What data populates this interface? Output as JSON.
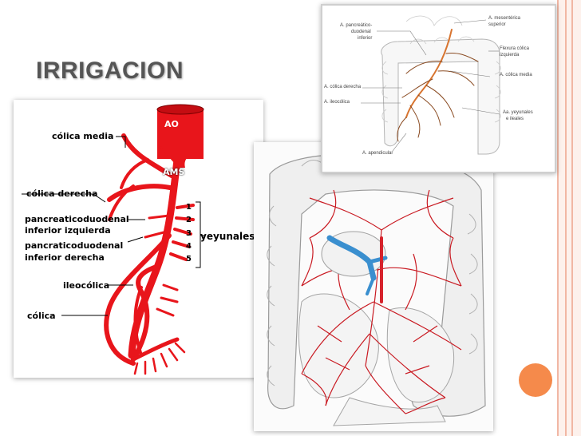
{
  "slide": {
    "title": "IRRIGACION"
  },
  "diagram": {
    "aorta_label": "AO",
    "sma_label": "AMS",
    "labels": {
      "colica_media": "cólica media",
      "colica_derecha": "cólica derecha",
      "pancreaticoduodenal_izq_1": "pancreaticoduodenal",
      "pancreaticoduodenal_izq_2": "inferior izquierda",
      "pancreaticoduodenal_der_1": "pancraticoduodenal",
      "pancreaticoduodenal_der_2": "inferior derecha",
      "ileocolica": "ileocólica",
      "colica": "cólica",
      "yeyunales": "yeyunales"
    },
    "numbers": [
      "1",
      "2",
      "3",
      "4",
      "5"
    ]
  },
  "reference": {
    "labels": {
      "pancreatico_1": "A. pancreático-",
      "pancreatico_2": "duodenal",
      "pancreatico_3": "inferior",
      "mesenterica_1": "A. mesentérica",
      "mesenterica_2": "superior",
      "flexura_1": "Flexura cólica",
      "flexura_2": "izquierda",
      "colica_media": "A. cólica media",
      "colica_derecha": "A. cólica derecha",
      "ileocolica": "A. ileocólica",
      "yeyunales_1": "Aa. yeyunales",
      "yeyunales_2": "e ileales",
      "apendicular": "A. apendicular"
    }
  },
  "colors": {
    "artery": "#e8151b",
    "vein": "#3a8fcf",
    "accent": "#f58a4b",
    "intestine": "#d9d9d9"
  }
}
